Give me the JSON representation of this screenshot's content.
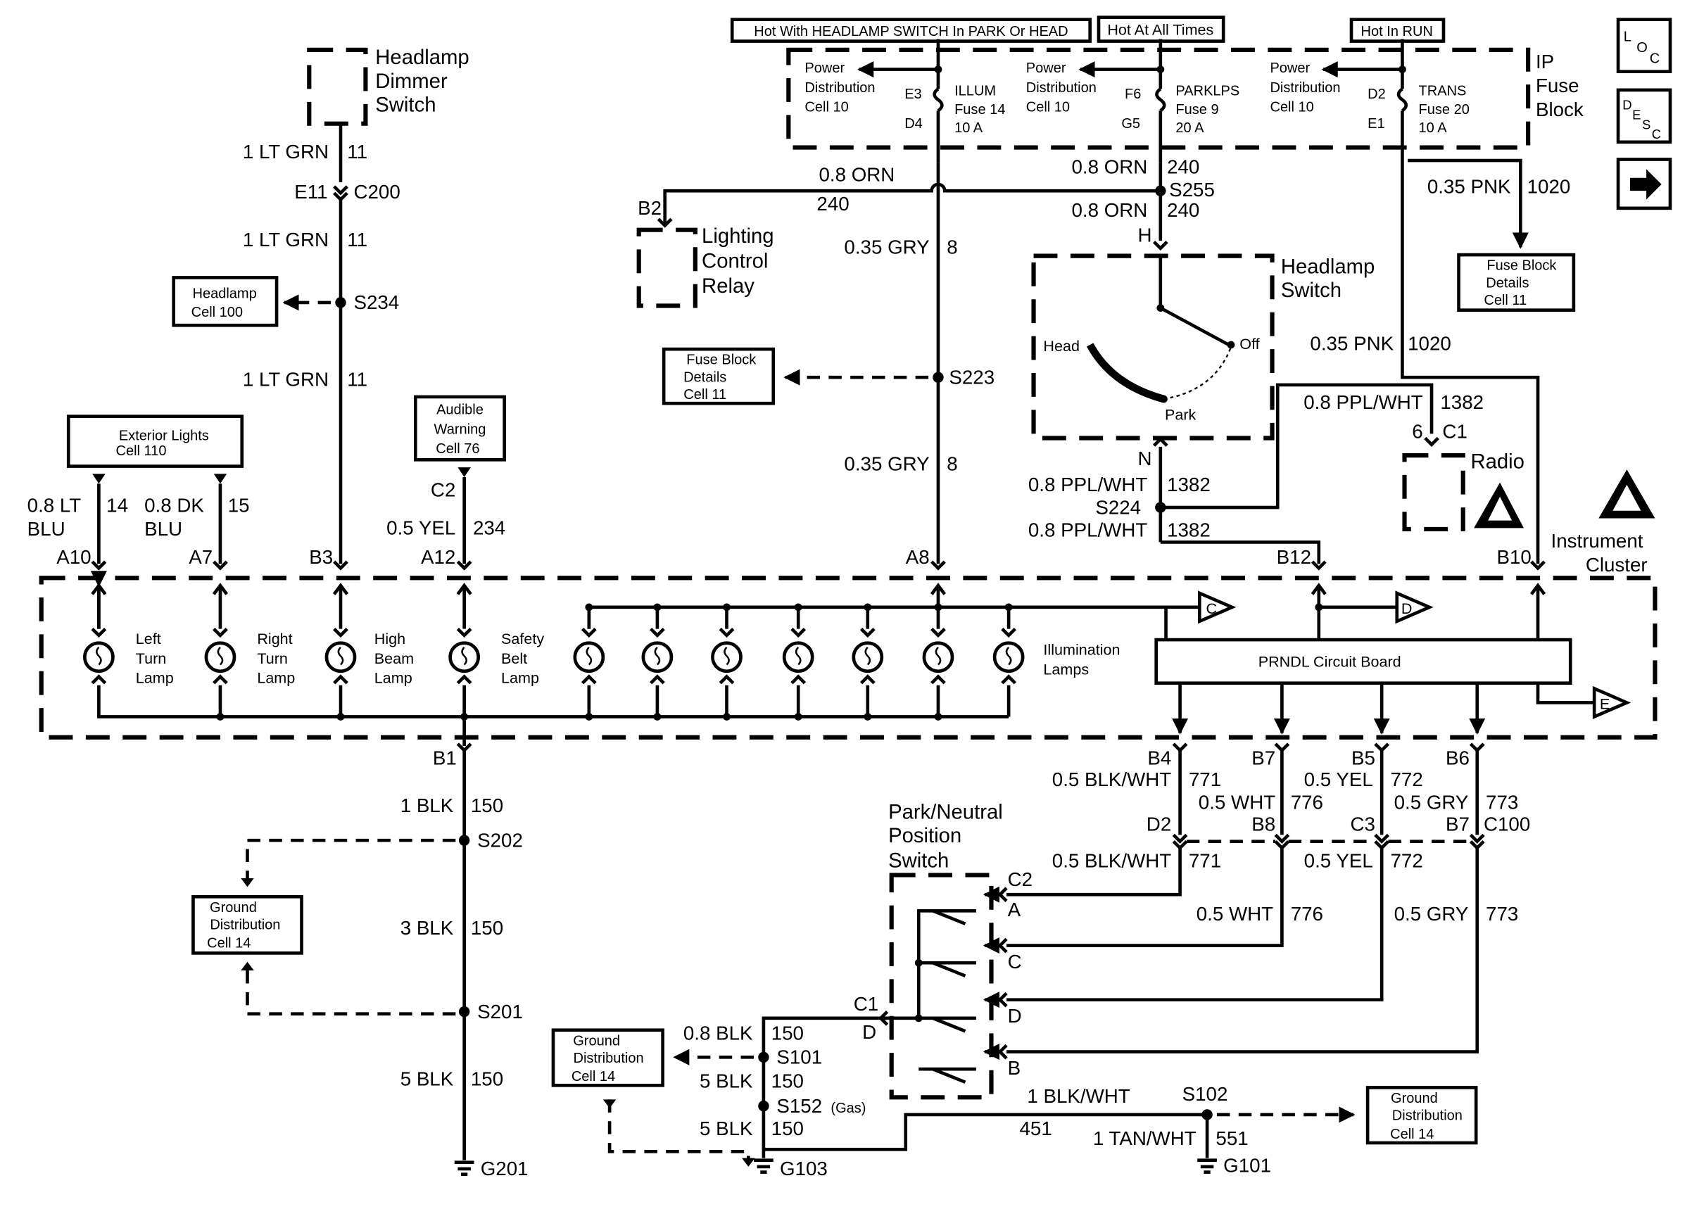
{
  "hot_labels": {
    "park_head": "Hot With HEADLAMP SWITCH In PARK Or HEAD",
    "all_times": "Hot At All Times",
    "run": "Hot In RUN"
  },
  "nav": {
    "loc": [
      "L",
      "O",
      "C"
    ],
    "desc": [
      "D",
      "E",
      "S",
      "C"
    ]
  },
  "fuse_block": {
    "title": [
      "IP",
      "Fuse",
      "Block"
    ],
    "power_dist": [
      "Power",
      "Distribution",
      "Cell 10"
    ],
    "fuses": [
      {
        "pin_in": "E3",
        "pin_out": "D4",
        "name": "ILLUM",
        "fuse": "Fuse 14",
        "amps": "10 A"
      },
      {
        "pin_in": "F6",
        "pin_out": "G5",
        "name": "PARKLPS",
        "fuse": "Fuse 9",
        "amps": "20 A"
      },
      {
        "pin_in": "D2",
        "pin_out": "E1",
        "name": "TRANS",
        "fuse": "Fuse 20",
        "amps": "10 A"
      }
    ]
  },
  "components": {
    "headlamp_dimmer": [
      "Headlamp",
      "Dimmer",
      "Switch"
    ],
    "lighting_relay": [
      "Lighting",
      "Control",
      "Relay"
    ],
    "headlamp_switch": {
      "title": [
        "Headlamp",
        "Switch"
      ],
      "head": "Head",
      "off": "Off",
      "park": "Park"
    },
    "radio": "Radio",
    "instrument_cluster": [
      "Instrument",
      "Cluster"
    ],
    "pnp_switch": [
      "Park/Neutral",
      "Position",
      "Switch"
    ],
    "prndl_board": "PRNDL Circuit Board",
    "illumination": [
      "Illumination",
      "Lamps"
    ],
    "lamps": [
      [
        "Left",
        "Turn",
        "Lamp"
      ],
      [
        "Right",
        "Turn",
        "Lamp"
      ],
      [
        "High",
        "Beam",
        "Lamp"
      ],
      [
        "Safety",
        "Belt",
        "Lamp"
      ]
    ]
  },
  "refs": {
    "headlamp": [
      "Headlamp",
      "Cell 100"
    ],
    "exterior": [
      "Exterior Lights",
      "Cell 110"
    ],
    "audible": [
      "Audible",
      "Warning",
      "Cell 76"
    ],
    "fuse_block_mid": [
      "Fuse Block",
      "Details",
      "Cell 11"
    ],
    "fuse_block_right": [
      "Fuse Block",
      "Details",
      "Cell 11"
    ],
    "ground_left": [
      "Ground",
      "Distribution",
      "Cell 14"
    ],
    "ground_mid": [
      "Ground",
      "Distribution",
      "Cell 14"
    ],
    "ground_right": [
      "Ground",
      "Distribution",
      "Cell 14"
    ]
  },
  "offpage": [
    "C",
    "D",
    "E"
  ],
  "wire_labels": {
    "dim_w1": "1 LT GRN",
    "dim_c1": "11",
    "e11": "E11",
    "c200": "C200",
    "dim_w2": "1 LT GRN",
    "dim_c2": "11",
    "s234": "S234",
    "dim_w3": "1 LT GRN",
    "dim_c3": "11",
    "ext1_w": [
      "0.8 LT",
      "BLU"
    ],
    "ext1_c": "14",
    "ext2_w": [
      "0.8 DK",
      "BLU"
    ],
    "ext2_c": "15",
    "aud_c2": "C2",
    "aud_w": "0.5 YEL",
    "aud_c": "234",
    "a10": "A10",
    "a7": "A7",
    "b3": "B3",
    "a12": "A12",
    "orn_w1": "0.8 ORN",
    "orn_c1": "240",
    "b2": "B2",
    "gry_w1": "0.35 GRY",
    "gry_c1": "8",
    "s223": "S223",
    "gry_w2": "0.35 GRY",
    "gry_c2": "8",
    "a8": "A8",
    "orn_w2": "0.8 ORN",
    "orn_c2": "240",
    "s255": "S255",
    "orn_w3": "0.8 ORN",
    "orn_c3": "240",
    "h": "H",
    "pnk_w1": "0.35 PNK",
    "pnk_c1": "1020",
    "pnk_w2": "0.35 PNK",
    "pnk_c2": "1020",
    "ppl_w1": "0.8 PPL/WHT",
    "ppl_c1": "1382",
    "rad_6": "6",
    "rad_c1": "C1",
    "n": "N",
    "ppl_w2": "0.8 PPL/WHT",
    "ppl_c2": "1382",
    "s224": "S224",
    "ppl_w3": "0.8 PPL/WHT",
    "ppl_c3": "1382",
    "b12": "B12",
    "b10": "B10",
    "b1": "B1",
    "blk_w1": "1 BLK",
    "blk_c1": "150",
    "s202": "S202",
    "blk_w2": "3 BLK",
    "blk_c2": "150",
    "s201": "S201",
    "blk_w3": "5 BLK",
    "blk_c3": "150",
    "g201": "G201",
    "b4": "B4",
    "b7": "B7",
    "b5": "B5",
    "b6": "B6",
    "bw_w1": "0.5 BLK/WHT",
    "bw_c1": "771",
    "wht_w1": "0.5 WHT",
    "wht_c1": "776",
    "yel_w1": "0.5 YEL",
    "yel_c1": "772",
    "gry_w3": "0.5 GRY",
    "gry_c3": "773",
    "d2": "D2",
    "b8": "B8",
    "c3": "C3",
    "b7b": "B7",
    "c100": "C100",
    "bw_w2": "0.5 BLK/WHT",
    "bw_c2": "771",
    "yel_w2": "0.5 YEL",
    "yel_c2": "772",
    "wht_w2": "0.5 WHT",
    "wht_c2": "776",
    "gry_w4": "0.5 GRY",
    "gry_c4": "773",
    "pnp_c2": "C2",
    "pnp_a": "A",
    "pnp_c": "C",
    "pnp_d": "D",
    "pnp_b": "B",
    "pnp_c1": "C1",
    "pnp_d_left": "D",
    "blk_w4": "0.8 BLK",
    "blk_c4": "150",
    "s101": "S101",
    "blk_w5": "5 BLK",
    "blk_c5": "150",
    "s152": "S152",
    "gas": "(Gas)",
    "blk_w6": "5 BLK",
    "blk_c6": "150",
    "g103": "G103",
    "bkw_w": "1 BLK/WHT",
    "bkw_c": "451",
    "s102": "S102",
    "tan_w": "1 TAN/WHT",
    "tan_c": "551",
    "g101": "G101"
  }
}
